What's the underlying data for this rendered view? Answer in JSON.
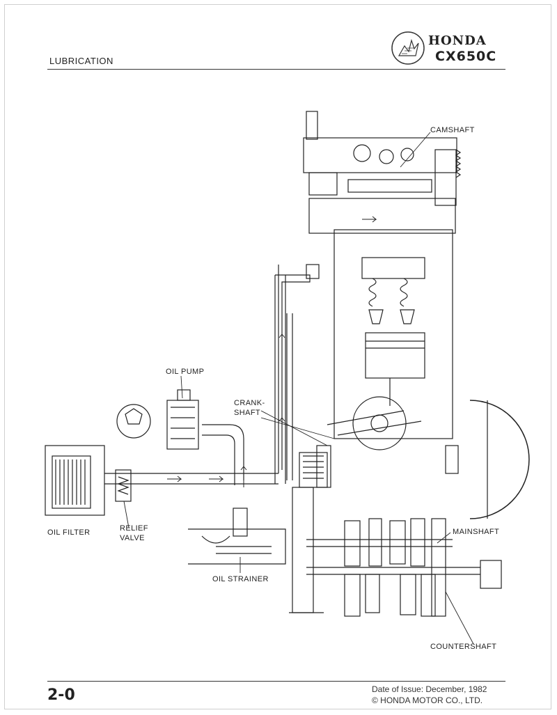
{
  "header": {
    "section_title": "LUBRICATION",
    "brand": "HONDA",
    "model": "CX650C"
  },
  "diagram": {
    "labels": {
      "camshaft": "CAMSHAFT",
      "oil_pump": "OIL PUMP",
      "crankshaft_line1": "CRANK-",
      "crankshaft_line2": "SHAFT",
      "oil_filter": "OIL FILTER",
      "relief_valve_line1": "RELIEF",
      "relief_valve_line2": "VALVE",
      "oil_strainer": "OIL STRAINER",
      "mainshaft": "MAINSHAFT",
      "countershaft": "COUNTERSHAFT"
    }
  },
  "footer": {
    "page_number": "2-0",
    "issue_date": "Date of Issue:  December, 1982",
    "copyright": "© HONDA MOTOR CO., LTD."
  }
}
